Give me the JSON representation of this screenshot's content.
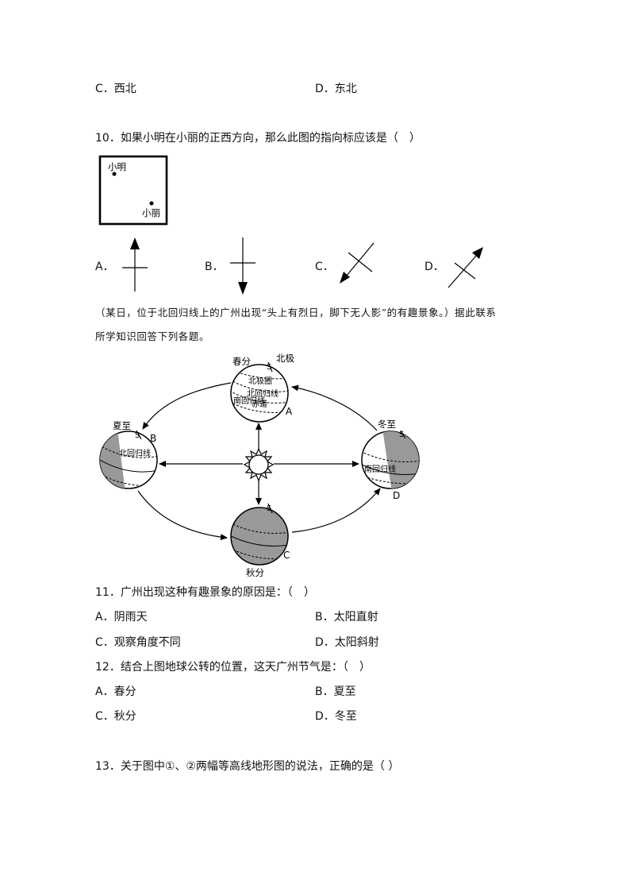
{
  "q9": {
    "options": {
      "c": "C．西北",
      "d": "D．东北"
    }
  },
  "q10": {
    "stem": "10．如果小明在小丽的正西方向，那么此图的指向标应该是（　）",
    "map": {
      "person_a": "小明",
      "person_b": "小丽"
    },
    "options": {
      "a": "A．",
      "b": "B．",
      "c": "C．",
      "d": "D．"
    }
  },
  "intro": {
    "line1": "（某日，位于北回归线上的广州出现“头上有烈日，脚下无人影”的有趣景象。）据此联系",
    "line2": "所学知识回答下列各题。"
  },
  "figure": {
    "labels": {
      "chunfen": "春分",
      "beiji": "北极",
      "beijiquan": "北极圈",
      "beihuiguixian": "北回归线",
      "chidao": "赤道",
      "nanhuiguixian": "南回归线",
      "point_a": "A",
      "xiazhi": "夏至",
      "point_b": "B",
      "b_tropic": "北回归线",
      "dongzhi": "冬至",
      "d_tropic": "南回归线",
      "point_d": "D",
      "point_c": "C",
      "qiufen": "秋分",
      "pole_mark": "S"
    }
  },
  "q11": {
    "stem": "11．广州出现这种有趣景象的原因是：（　）",
    "options": {
      "a": "A．阴雨天",
      "b": "B．太阳直射",
      "c": "C．观察角度不同",
      "d": "D．太阳斜射"
    }
  },
  "q12": {
    "stem": "12．结合上图地球公转的位置，这天广州节气是：（　）",
    "options": {
      "a": "A．春分",
      "b": "B．夏至",
      "c": "C．秋分",
      "d": "D．冬至"
    }
  },
  "q13": {
    "stem": "13．关于图中①、②两幅等高线地形图的说法，正确的是（  ）"
  }
}
